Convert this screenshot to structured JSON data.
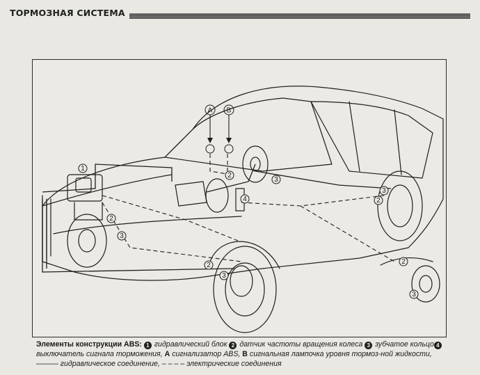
{
  "header": {
    "title": "ТОРМОЗНАЯ СИСТЕМА"
  },
  "figure": {
    "callouts": {
      "c1": "1",
      "c2": "2",
      "c3": "3",
      "c4": "4",
      "a": "A",
      "b": "B"
    }
  },
  "caption": {
    "lead": "Элементы конструкции ABS:",
    "n1": "1",
    "t1": " гидравлический блок ",
    "n2": "2",
    "t2": " датчик частоты вращения колеса ",
    "n3": "3",
    "t3": " зубчатое кольцо",
    "n4": "4",
    "t4": " выключатель сигнала торможения, ",
    "a": "A",
    "ta": " сигнализатор ABS, ",
    "b": "B",
    "tb": " сигнальная лампочка уровня тормоз-ной жидкости, ——— гидравлическое соединение, – – – – электрические соединения"
  },
  "colors": {
    "paper": "#e9e8e2",
    "ink": "#1d1d1d"
  }
}
